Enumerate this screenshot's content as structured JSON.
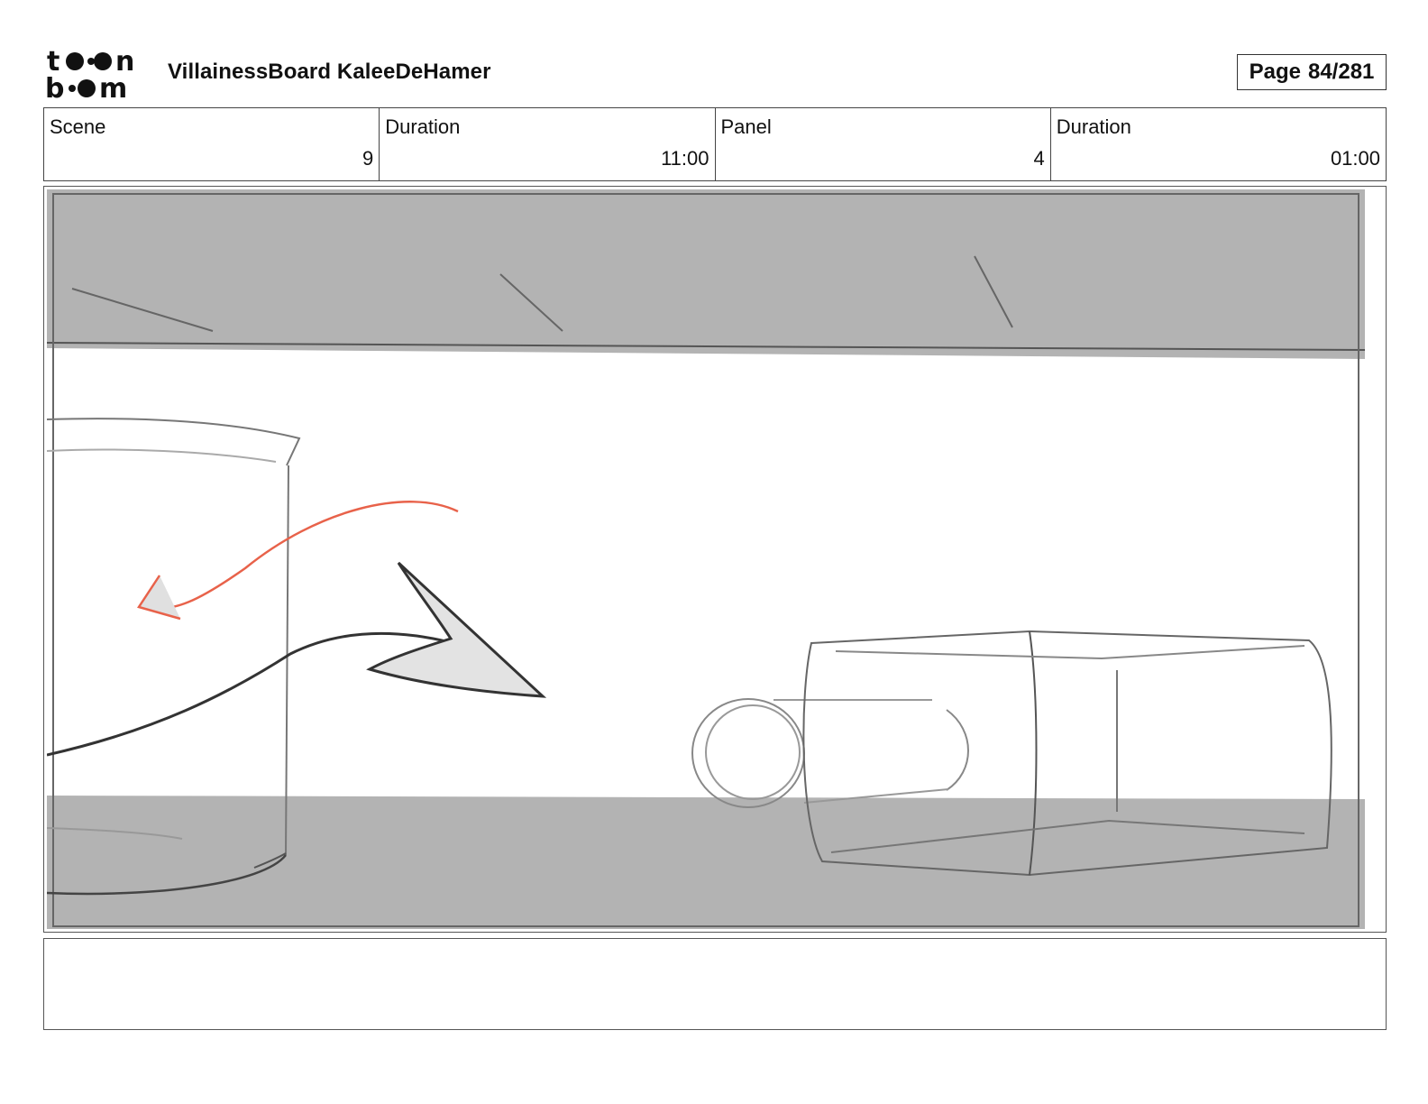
{
  "header": {
    "logo_text": "toon boom",
    "project_title": "VillainessBoard KaleeDeHamer",
    "page_label": "Page",
    "page_number": "84/281"
  },
  "info": [
    {
      "label": "Scene",
      "value": "9"
    },
    {
      "label": "Duration",
      "value": "11:00"
    },
    {
      "label": "Panel",
      "value": "4"
    },
    {
      "label": "Duration",
      "value": "01:00"
    }
  ],
  "panel": {
    "description": ""
  },
  "notes": {
    "text": ""
  },
  "colors": {
    "shelf_gray": "#b3b3b3",
    "arrow_red": "#e8624a",
    "sketch_line": "#777777"
  }
}
